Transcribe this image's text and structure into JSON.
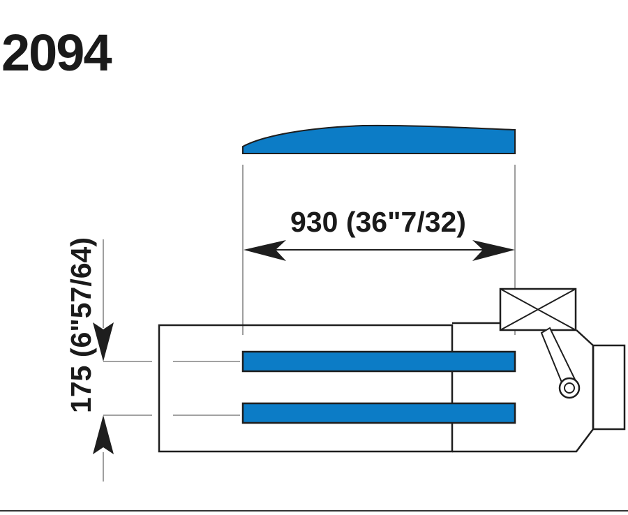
{
  "title": "2094",
  "dimensions": {
    "width_label": "930 (36\"7/32)",
    "spacing_label": "175 (6\"57/64)"
  },
  "colors": {
    "blade": "#0c7cc6",
    "outline": "#1e1e1e",
    "guide": "#6b6b6b",
    "background": "#ffffff"
  }
}
